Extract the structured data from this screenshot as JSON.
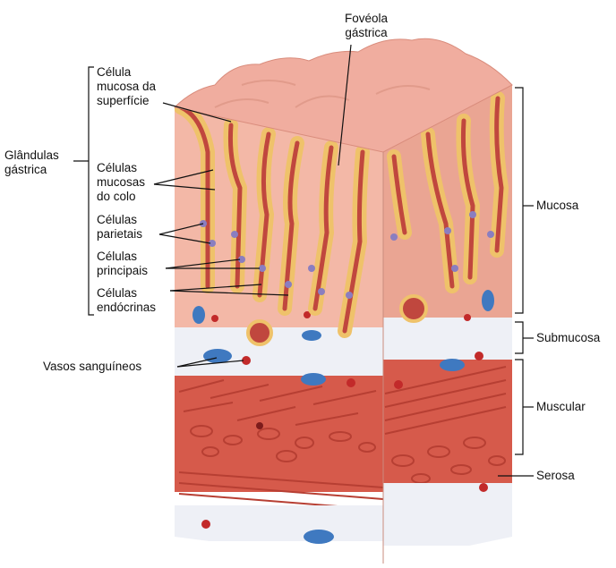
{
  "labels": {
    "foveola_line1": "Fovéola",
    "foveola_line2": "gástrica",
    "glandulas_line1": "Glândulas",
    "glandulas_line2": "gástrica",
    "celula_mucosa_line1": "Célula",
    "celula_mucosa_line2": "mucosa da",
    "celula_mucosa_line3": "superfície",
    "celulas_colo_line1": "Células",
    "celulas_colo_line2": "mucosas",
    "celulas_colo_line3": "do colo",
    "celulas_parietais_line1": "Células",
    "celulas_parietais_line2": "parietais",
    "celulas_principais_line1": "Células",
    "celulas_principais_line2": "principais",
    "celulas_endocrinas_line1": "Células",
    "celulas_endocrinas_line2": "endócrinas",
    "vasos": "Vasos sanguíneos",
    "mucosa": "Mucosa",
    "submucosa": "Submucosa",
    "muscular": "Muscular",
    "serosa": "Serosa"
  },
  "colors": {
    "mucosa_front": "#f3b8a7",
    "mucosa_side": "#eaa593",
    "surface_top": "#f0ad9f",
    "submucosa": "#eef0f6",
    "muscle": "#d65a4b",
    "muscle_dark": "#b73f33",
    "gland_cell": "#efc26a",
    "gland_lumen": "#c0473e",
    "parietal": "#8a7ec0",
    "vessel_blue": "#3f79c0",
    "vessel_red": "#c22a2a"
  }
}
